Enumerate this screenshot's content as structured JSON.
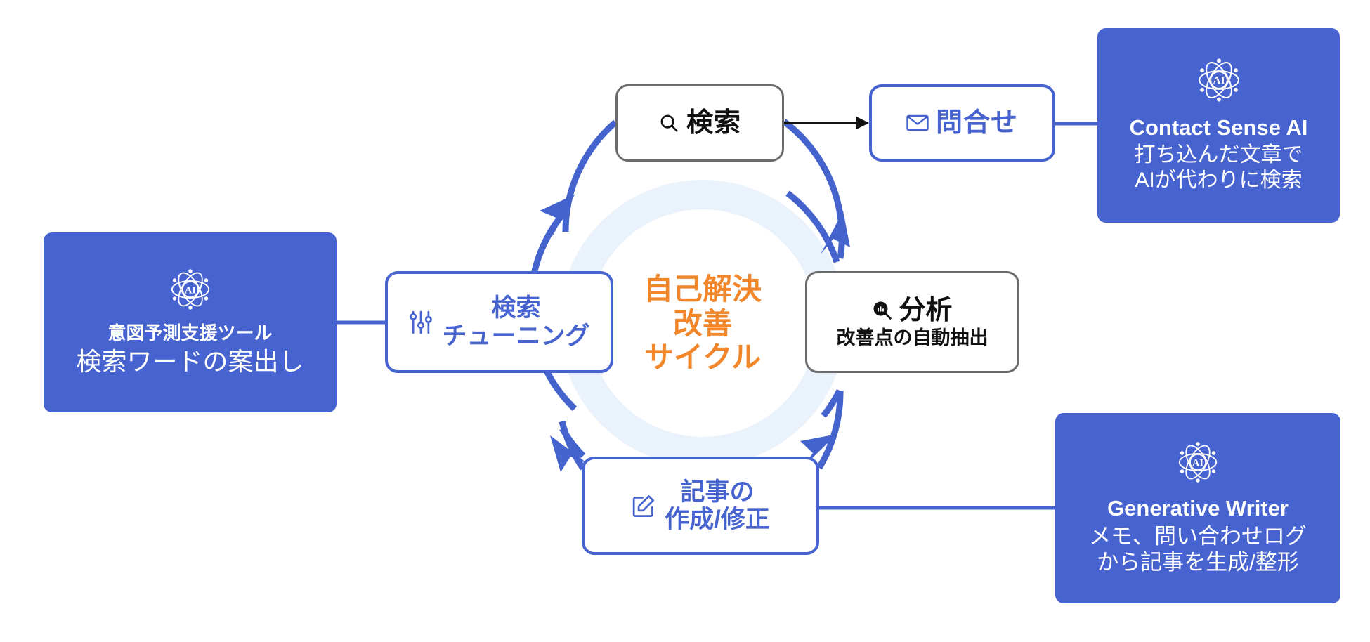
{
  "colors": {
    "brand_blue": "#4663cf",
    "ring_light": "#e8f0fb",
    "accent_orange": "#f2862a",
    "node_gray_border": "#6b6b6b",
    "arrow_black": "#111111",
    "card_text": "#ffffff"
  },
  "cycle": {
    "center_label_lines": [
      "自己解決",
      "改善",
      "サイクル"
    ],
    "direction": "clockwise",
    "steps": [
      {
        "id": "search",
        "label": "検索",
        "icon": "search-icon"
      },
      {
        "id": "analysis",
        "label": "分析",
        "icon": "chart-magnifier-icon",
        "subtitle": "改善点の自動抽出"
      },
      {
        "id": "article",
        "label_line1": "記事の",
        "label_line2": "作成/修正",
        "icon": "edit-square-icon"
      },
      {
        "id": "tuning",
        "label_line1": "検索",
        "label_line2": "チューニング",
        "icon": "sliders-icon"
      }
    ]
  },
  "nodes": {
    "search": {
      "label": "検索",
      "icon": "search-icon"
    },
    "inquiry": {
      "label": "問合せ",
      "icon": "mail-icon"
    },
    "tuning": {
      "line1": "検索",
      "line2": "チューニング",
      "icon": "sliders-icon"
    },
    "analysis": {
      "label": "分析",
      "subtitle": "改善点の自動抽出",
      "icon": "chart-magnifier-icon"
    },
    "article": {
      "line1": "記事の",
      "line2": "作成/修正",
      "icon": "edit-square-icon"
    }
  },
  "cards": {
    "contact_sense": {
      "icon": "ai-atom-icon",
      "title": "Contact Sense AI",
      "body_line1": "打ち込んだ文章で",
      "body_line2": "AIが代わりに検索"
    },
    "intent_tool": {
      "icon": "ai-atom-icon",
      "title": "意図予測支援ツール",
      "body_line1": "検索ワードの案出し",
      "body_line2": ""
    },
    "generative_writer": {
      "icon": "ai-atom-icon",
      "title": "Generative Writer",
      "body_line1": "メモ、問い合わせログ",
      "body_line2": "から記事を生成/整形"
    }
  }
}
